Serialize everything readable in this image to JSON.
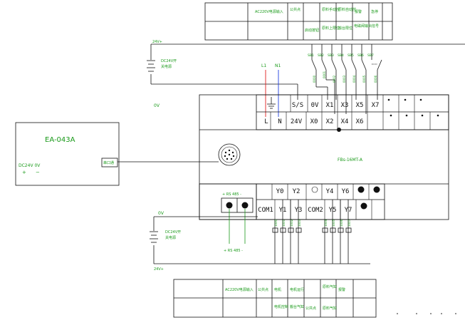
{
  "top_table": {
    "row1": [
      "AC220V电源输入",
      "公共点",
      "原料手动控",
      "原料自动控",
      "报警",
      "急停"
    ],
    "row2": [
      "启动按钮",
      "原料上限位",
      "搬台限位",
      "电磁阀输出信号"
    ]
  },
  "bottom_table": {
    "row1": [
      "AC220V电源输入",
      "公共点",
      "电机",
      "电机运行",
      "原料气缸",
      "报警"
    ],
    "row2": [
      "电机控制",
      "搬台气缸",
      "公共点",
      "原料气缸"
    ]
  },
  "top_supply": {
    "label_24v": "24V+",
    "label_0v": "0V",
    "psu_label": [
      "DC24V开",
      "关电源"
    ]
  },
  "bottom_supply": {
    "label_0v": "0V",
    "label_24v": "24V+",
    "psu_label": [
      "DC24V开",
      "关电源"
    ]
  },
  "power_lines": {
    "l": "L1",
    "n": "N1"
  },
  "switch_labels": [
    "SB1",
    "SB2",
    "SB3",
    "SB4",
    "SB5",
    "SB6",
    "SB7"
  ],
  "input_wire_labels": [
    "0000",
    "0001",
    "0002",
    "0003",
    "0004",
    "0005",
    "0006"
  ],
  "output_wire_labels": [
    "1000",
    "1001",
    "1002",
    "1003",
    "1004",
    "1005",
    "1006",
    "1007"
  ],
  "hmi": {
    "model": "EA-043A",
    "power_label": "DC24V 0V",
    "plus": "+",
    "minus": "−",
    "port_label": "串口通"
  },
  "plc": {
    "model": "FBs-16MT-A",
    "left_label": "0V",
    "top_row": [
      "S/S",
      "0V",
      "X1",
      "X3",
      "X5",
      "X7"
    ],
    "bottom_row": [
      "L",
      "N",
      "24V",
      "X0",
      "X2",
      "X4",
      "X6"
    ],
    "out_top_row": [
      "Y0",
      "Y2",
      "Y4",
      "Y6"
    ],
    "out_bottom_row": [
      "COM1",
      "Y1",
      "Y3",
      "COM2",
      "Y5",
      "Y7"
    ],
    "rs485_top": "+ RS 485 -",
    "rs485_bottom": "+ RS 485 -"
  }
}
